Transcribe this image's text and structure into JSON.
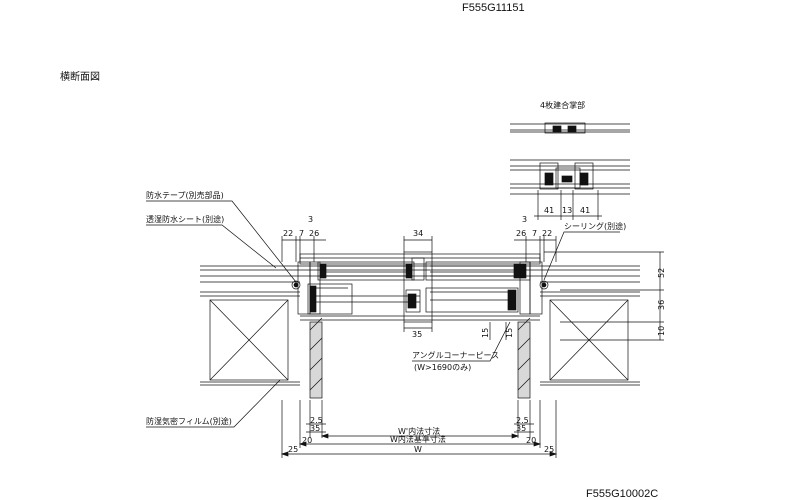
{
  "header": {
    "code_top": "F555G11151",
    "code_bottom": "F555G10002C",
    "section_title": "横断面図"
  },
  "detail": {
    "title": "4枚建合掌部",
    "dims": [
      "41",
      "13",
      "41"
    ]
  },
  "labels": {
    "waterproof_tape": "防水テープ(別売部品)",
    "breathable_sheet": "透湿防水シート(別途)",
    "sealing": "シーリング(別途)",
    "angle_corner": "アングルコーナーピース",
    "angle_corner_note": "(W>1690のみ)",
    "airtight_film": "防湿気密フィルム(別途)"
  },
  "dims": {
    "top_left": [
      "3",
      "22",
      "7",
      "26"
    ],
    "top_center": "34",
    "top_right": [
      "3",
      "26",
      "7",
      "22"
    ],
    "right_side": [
      "52",
      "36",
      "10"
    ],
    "center_35": "35",
    "center_15a": "15",
    "center_15b": "15",
    "bottom_25a_l": "2.5",
    "bottom_35_l": "35",
    "bottom_25a_r": "2.5",
    "bottom_35_r": "35",
    "inner_w": "W'内法寸法",
    "inner_ref": "W内法基準寸法",
    "w20_l": "20",
    "w20_r": "20",
    "w": "W",
    "w25_l": "25",
    "w25_r": "25"
  }
}
